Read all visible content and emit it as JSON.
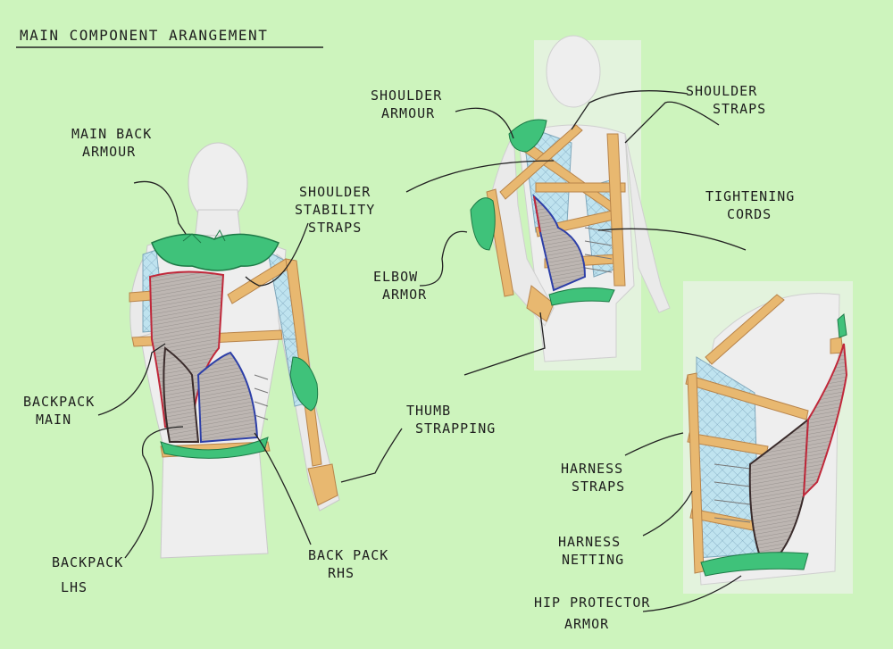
{
  "title": "MAIN COMPONENT ARANGEMENT",
  "labels": {
    "main_back_armour": [
      "MAIN BACK",
      "ARMOUR"
    ],
    "shoulder_stability_straps": [
      "SHOULDER",
      "STABILITY",
      "STRAPS"
    ],
    "shoulder_armour": [
      "SHOULDER",
      "ARMOUR"
    ],
    "shoulder_straps": [
      "SHOULDER",
      "STRAPS"
    ],
    "tightening_cords": [
      "TIGHTENING",
      "CORDS"
    ],
    "elbow_armor": [
      "ELBOW",
      "ARMOR"
    ],
    "backpack_main": [
      "BACKPACK",
      "MAIN"
    ],
    "thumb_strapping": [
      "THUMB",
      "STRAPPING"
    ],
    "backpack_lhs": [
      "BACKPACK",
      "LHS"
    ],
    "backpack_rhs": [
      "BACK PACK",
      "RHS"
    ],
    "harness_straps": [
      "HARNESS",
      "STRAPS"
    ],
    "harness_netting": [
      "HARNESS",
      "NETTING"
    ],
    "hip_protector_armor": [
      "HIP PROTECTOR",
      "ARMOR"
    ]
  },
  "colors": {
    "paper": "#cdf4bd",
    "skin": "#eeeeee",
    "strap": "#e8b870",
    "armour": "#3fc27a",
    "netting": "#bfe3ef",
    "backpack_outline_red": "#c0283a",
    "backpack_outline_blue": "#2d3fa8",
    "backpack_fill": "#b9b4b0"
  }
}
